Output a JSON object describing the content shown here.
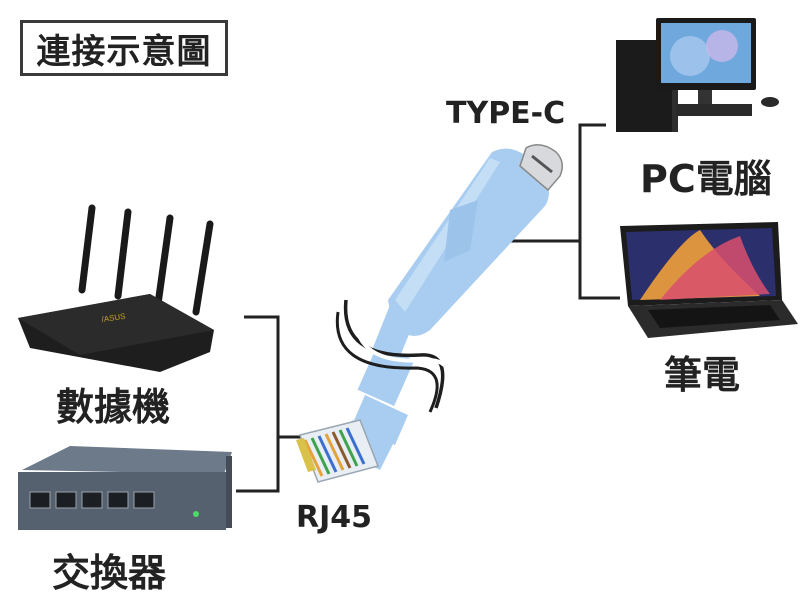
{
  "title": "連接示意圖",
  "labels": {
    "type_c": "TYPE-C",
    "rj45": "RJ45",
    "pc": "PC電腦",
    "laptop": "筆電",
    "router": "數據機",
    "switch": "交換器"
  },
  "colors": {
    "cable": "#a9cdf0",
    "cable_dark": "#8fb8e2",
    "line": "#222222"
  }
}
